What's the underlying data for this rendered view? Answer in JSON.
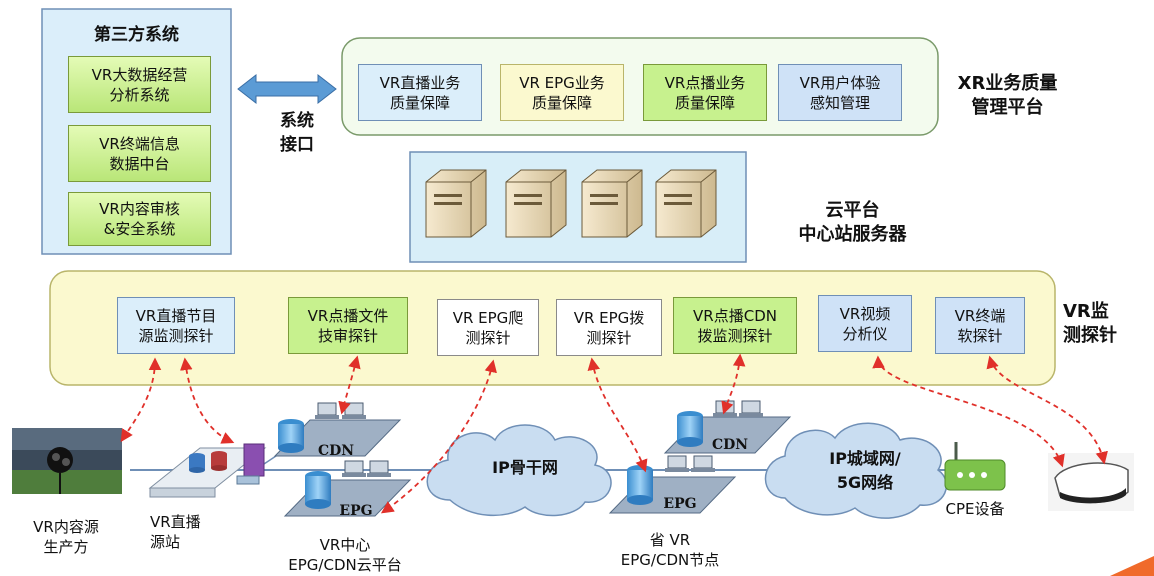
{
  "third_party": {
    "title": "第三方系统",
    "items": [
      "VR大数据经营\n分析系统",
      "VR终端信息\n数据中台",
      "VR内容审核\n&安全系统"
    ]
  },
  "interface_label": "系统\n接口",
  "xr_platform": {
    "title": "XR业务质量\n管理平台",
    "items": [
      "VR直播业务\n质量保障",
      "VR EPG业务\n质量保障",
      "VR点播业务\n质量保障",
      "VR用户体验\n感知管理"
    ]
  },
  "cloud_servers": {
    "title": "云平台\n中心站服务器",
    "count": 4
  },
  "monitor": {
    "title": "VR监\n测探针",
    "probes": [
      "VR直播节目\n源监测探针",
      "VR点播文件\n技审探针",
      "VR EPG爬\n测探针",
      "VR EPG拨\n测探针",
      "VR点播CDN\n拨监测探针",
      "VR视频\n分析仪",
      "VR终端\n软探针"
    ]
  },
  "network": {
    "backbone": "IP骨干网",
    "metro": "IP城域网/\n5G网络",
    "cdn_label": "CDN",
    "epg_label": "EPG"
  },
  "bottom_labels": {
    "producer": "VR内容源\n生产方",
    "live_source": "VR直播\n源站",
    "center": "VR中心\nEPG/CDN云平台",
    "province": "省 VR\nEPG/CDN节点",
    "cpe": "CPE设备"
  },
  "colors": {
    "green_fill": "#c7f18e",
    "panel_fill": "#f3fbee",
    "probe_panel_fill": "#fbf9cf",
    "server_panel_fill": "#d8eef8",
    "blue_fill": "#cfe2f7",
    "cloud_fill": "#c9ddf1",
    "arrow_red": "#e0302a"
  }
}
